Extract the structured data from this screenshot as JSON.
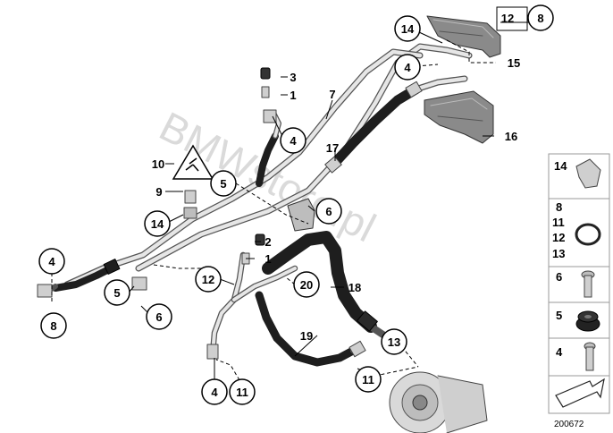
{
  "watermark": "BMWstore.pl",
  "reference_number": "200672",
  "callouts": {
    "c14a": "14",
    "c12a": "12",
    "c8a": "8",
    "c4a": "4",
    "c15": "15",
    "c3": "3",
    "c1a": "1",
    "c7": "7",
    "c16": "16",
    "c4b": "4",
    "c17": "17",
    "c10": "10",
    "c5a": "5",
    "c9": "9",
    "c6a": "6",
    "c14b": "14",
    "c2": "2",
    "c1b": "1",
    "c4c": "4",
    "c8b": "8",
    "c12b": "12",
    "c20": "20",
    "c18": "18",
    "c5b": "5",
    "c6b": "6",
    "c19": "19",
    "c13": "13",
    "c4d": "4",
    "c11a": "11",
    "c11b": "11"
  },
  "legend": {
    "row1": "14",
    "row2": [
      "8",
      "11",
      "12",
      "13"
    ],
    "row3": "6",
    "row4": "5",
    "row5": "4"
  }
}
